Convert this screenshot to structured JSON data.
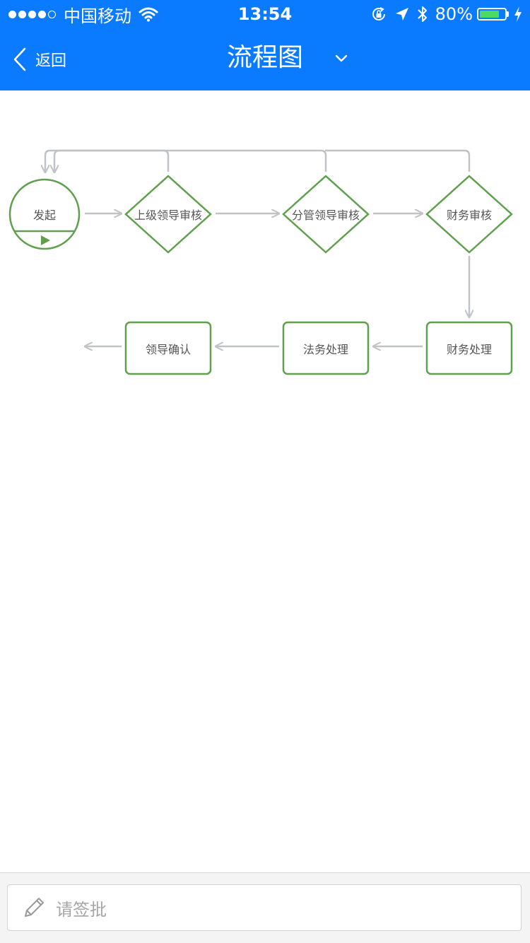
{
  "status_bar": {
    "carrier": "中国移动",
    "time": "13:54",
    "battery": "80%",
    "battery_level": 0.8,
    "signal_bars_filled": 4,
    "signal_bars_total": 5
  },
  "nav": {
    "back_label": "返回",
    "title": "流程图"
  },
  "flowchart": {
    "nodes": {
      "start": "发起",
      "superior_review": "上级领导审核",
      "branch_review": "分管领导审核",
      "finance_review": "财务审核",
      "finance_processing": "财务处理",
      "legal_processing": "法务处理",
      "leader_confirm": "领导确认"
    }
  },
  "footer": {
    "approval_placeholder": "请签批"
  },
  "colors": {
    "header_bg": "#0A7BFF",
    "node_stroke": "#5FA04E",
    "connector": "#BFC2C6",
    "battery_fill": "#4CD964"
  },
  "icons": {
    "back": "chevron-left-icon",
    "dropdown": "chevron-down-icon",
    "pencil": "pencil-icon",
    "wifi": "wifi-icon",
    "orientation_lock": "orientation-lock-icon",
    "location": "location-arrow-icon",
    "bluetooth": "bluetooth-icon",
    "charging": "charging-bolt-icon"
  }
}
